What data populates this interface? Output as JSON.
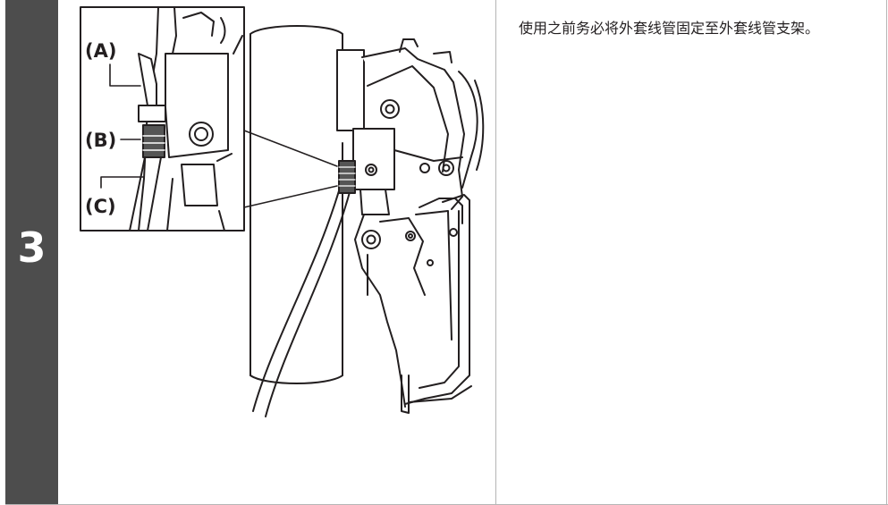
{
  "step": {
    "number": "3"
  },
  "instruction": {
    "text": "使用之前务必将外套线管固定至外套线管支架。"
  },
  "figure": {
    "callouts": [
      {
        "id": "A",
        "label": "(A)"
      },
      {
        "id": "B",
        "label": "(B)"
      },
      {
        "id": "C",
        "label": "(C)"
      }
    ]
  },
  "colors": {
    "step_bar": "#4d4d4d",
    "line": "#231f20",
    "housing_band": "#555555",
    "rule": "#b5b5b5"
  }
}
